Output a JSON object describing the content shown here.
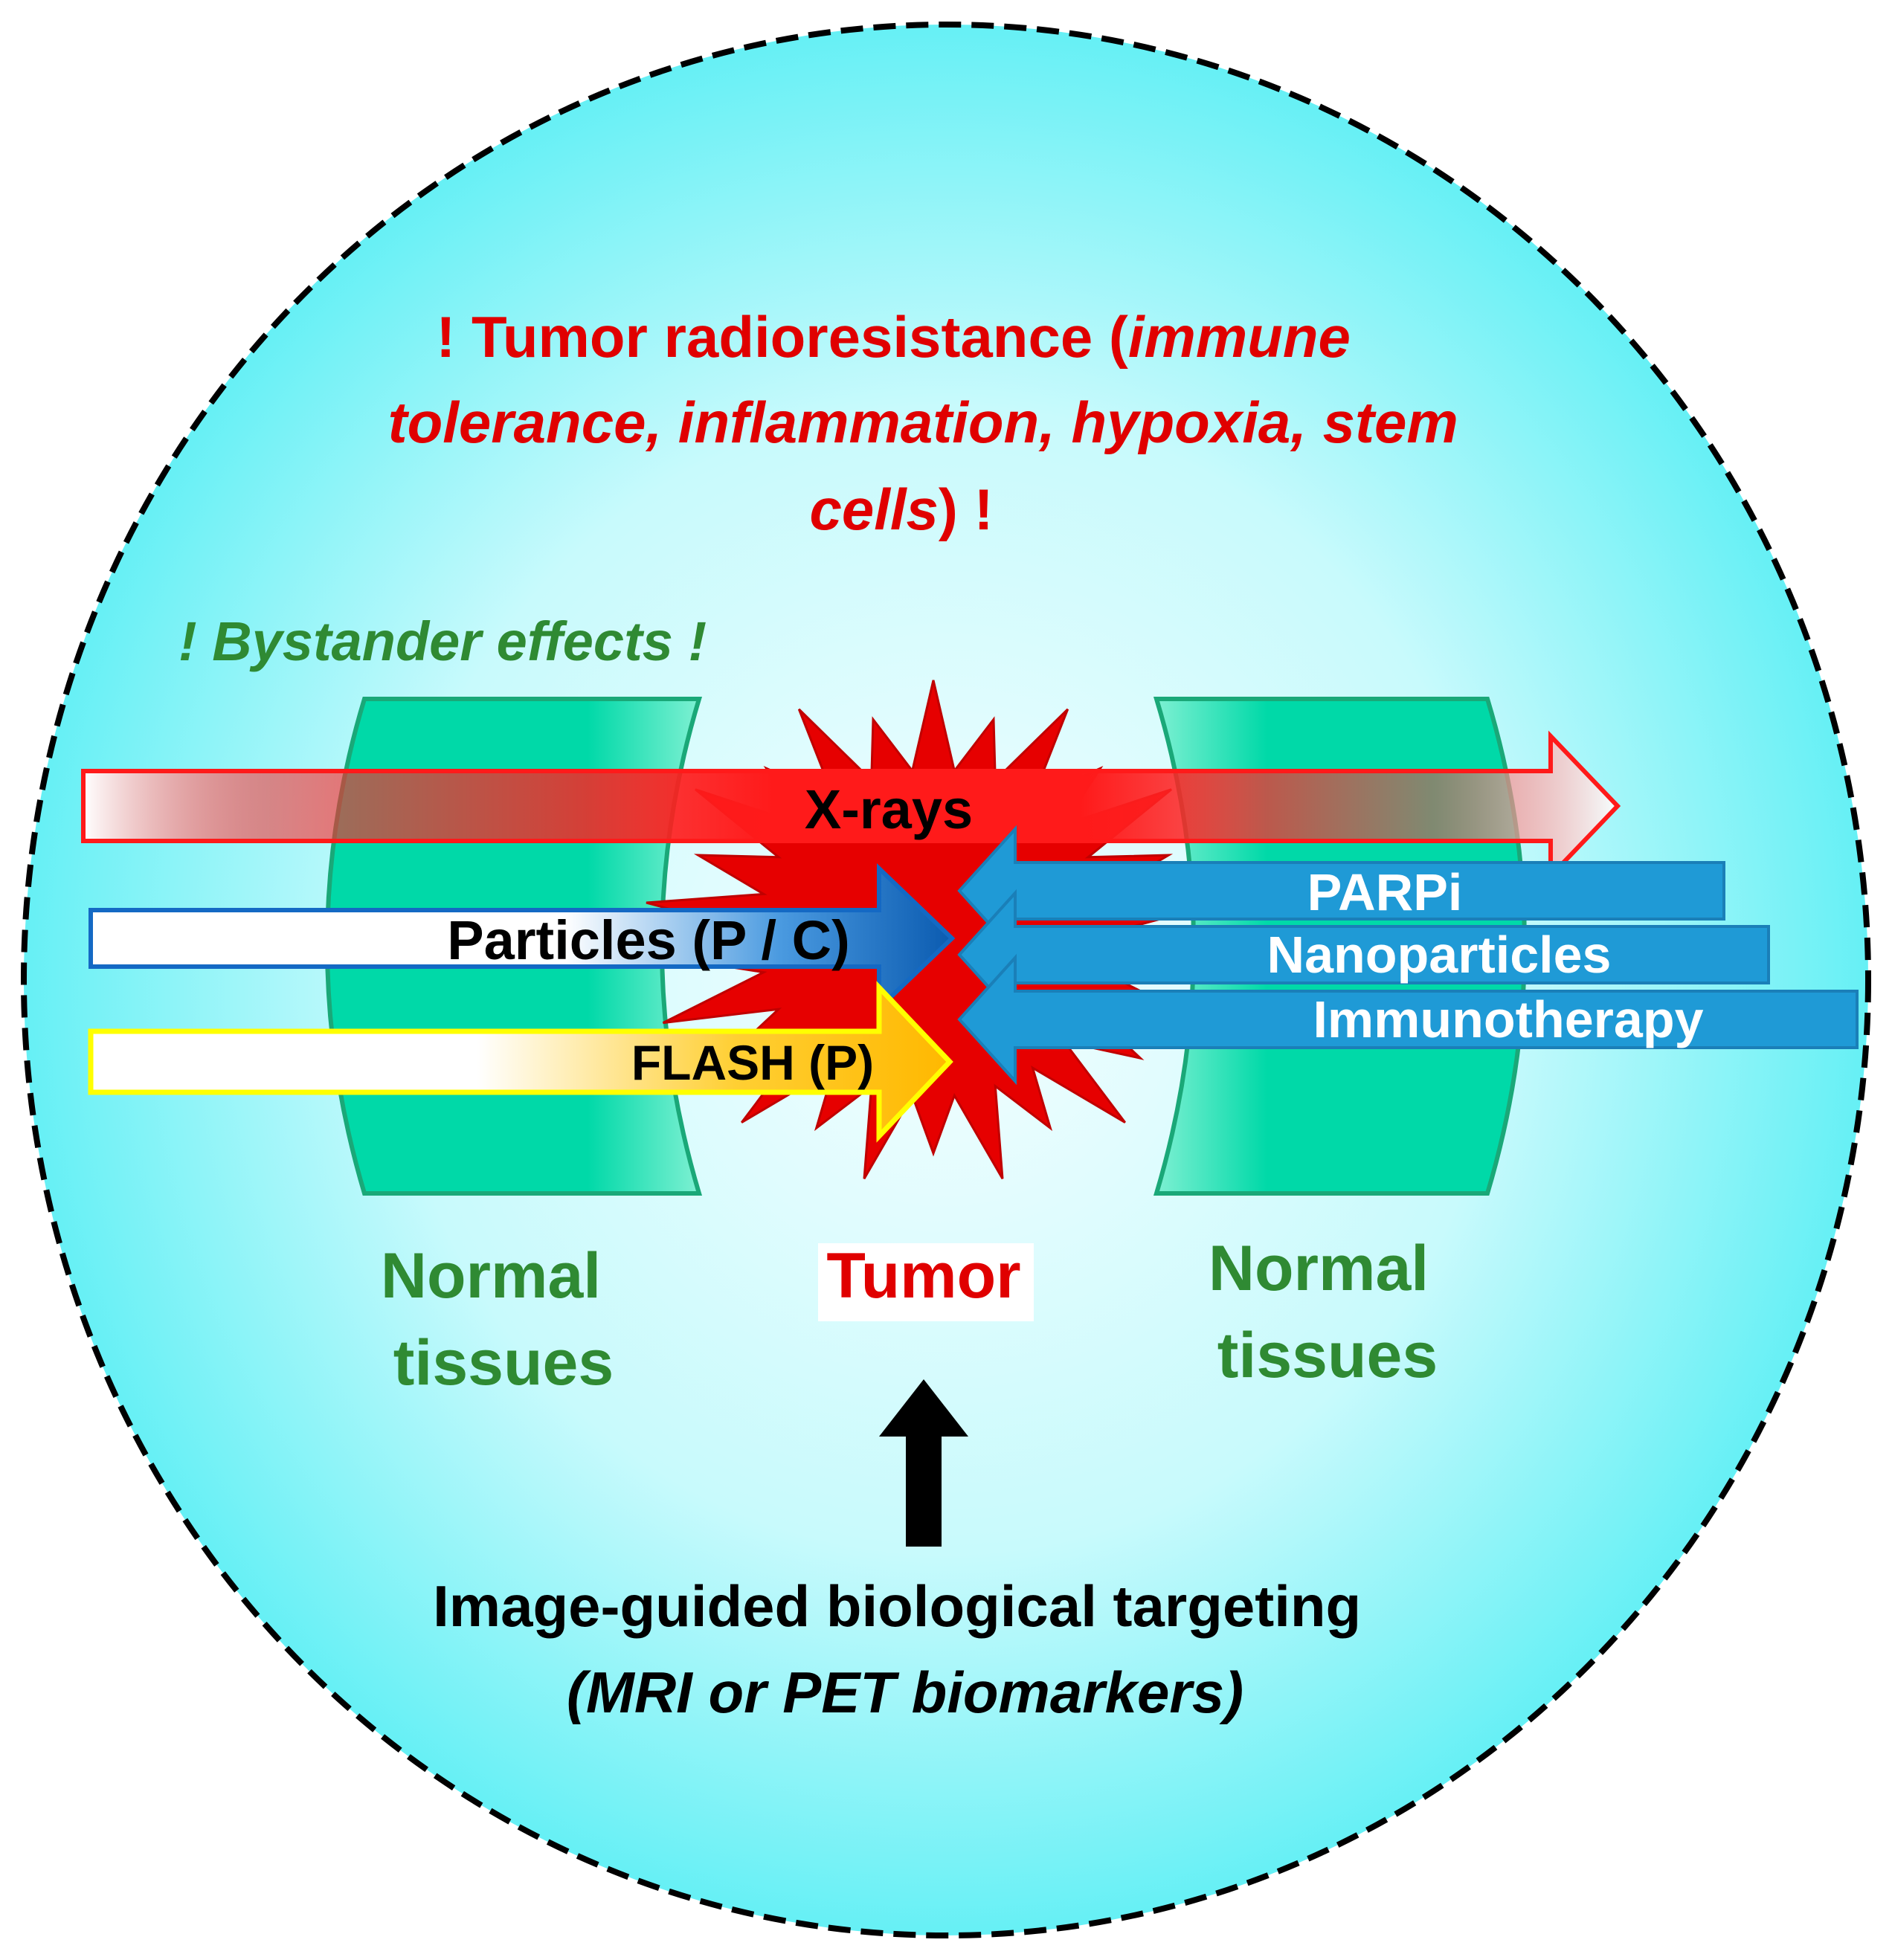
{
  "colors": {
    "circle_center": "#f4feff",
    "circle_edge": "#66f0f5",
    "tissue": "#00d9a8",
    "tissue_stroke": "#1aa878",
    "tumor": "#e60000",
    "xray": "#ff1a1a",
    "particle": "#1469c4",
    "flash": "#ffc000",
    "drug": "#1f9ad6",
    "red_text": "#e00000",
    "green_text": "#2f8a33"
  },
  "title": {
    "line1_a": "! Tumor radioresistance (",
    "line1_b": "immune",
    "line2": "tolerance, inflammation, hypoxia, stem",
    "line3_a": "cells",
    "line3_b": ") !"
  },
  "bystander": "! Bystander effects !",
  "beams": {
    "xrays": "X-rays",
    "particles": "Particles (P / C)",
    "flash": "FLASH (P)"
  },
  "drugs": {
    "parpi": "PARPi",
    "nanoparticles": "Nanoparticles",
    "immunotherapy": "Immunotherapy"
  },
  "labels": {
    "normal_left_1": "Normal",
    "normal_left_2": "tissues",
    "tumor": "Tumor",
    "normal_right_1": "Normal",
    "normal_right_2": "tissues"
  },
  "imaging": {
    "line1": "Image-guided biological targeting",
    "line2": "(MRI or PET biomarkers)"
  }
}
